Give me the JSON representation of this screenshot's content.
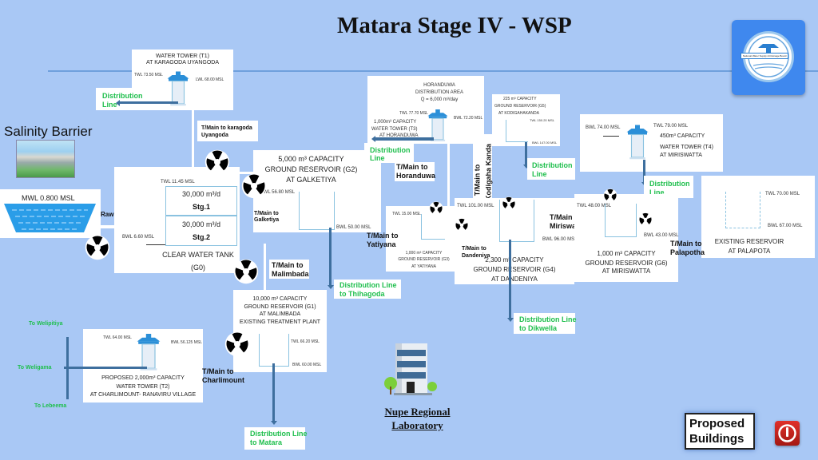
{
  "title": "Matara Stage IV - WSP",
  "logo": {
    "text": "National Water Supply & Drainage Board",
    "icon": "nwsdb-logo-icon",
    "bg": "#3f88ee"
  },
  "salinity_barrier": {
    "label": "Salinity Barrier",
    "image": "salinity-barrier-photo"
  },
  "intake": {
    "mwl": "MWL 0.800 MSL",
    "raw_water_line": "Raw Water Line"
  },
  "clear_water_tank": {
    "twl": "TWL 11.45 MSL",
    "bwl": "BWL 6.60 MSL",
    "stage1_capacity": "30,000 m³/d",
    "stage1_label": "Stg.1",
    "stage2_capacity": "30,000 m³/d",
    "stage2_label": "Stg.2",
    "name": "CLEAR WATER TANK",
    "code": "(G0)"
  },
  "tower_t1": {
    "title1": "WATER TOWER (T1)",
    "title2": "AT KARAGODA UYANGODA",
    "twl": "TWL 73.50 MSL",
    "lwl": "LWL 68.00 MSL",
    "dist": [
      "Distribution",
      "Line"
    ]
  },
  "tmain_karagoda": [
    "T/Main to karagoda",
    "Uyangoda"
  ],
  "g2": {
    "capacity": "5,000 m³ CAPACITY",
    "name": "GROUND RESERVOIR (G2)",
    "loc": "AT GALKETIYA",
    "twl": "TWL 56.80 MSL",
    "bwl": "BWL 50.00 MSL",
    "tmain": [
      "T/Main to",
      "Galketiya"
    ],
    "dist": [
      "Distribution Line",
      "to Thihagoda"
    ]
  },
  "tmain_malimbada": [
    "T/Main to",
    "Malimbada"
  ],
  "g1": {
    "capacity": "10,000 m³ CAPACITY",
    "name": "GROUND RESERVOIR (G1)",
    "loc": "AT MALIMBADA",
    "note": "EXISTING TREATMENT PLANT",
    "twl": "TWL 66.20 MSL",
    "bwl": "BWL 60.00 MSL",
    "dist": [
      "Distribution Line",
      "to Matara"
    ]
  },
  "t2": {
    "twl": "TWL 64.00 MSL",
    "bwl": "BWL 56.125 MSL",
    "line1": "PROPOSED 2,000m³ CAPACITY",
    "line2": "WATER TOWER (T2)",
    "line3": "AT CHARLIMOUNT- RANAVIRU VILLAGE",
    "tmain": [
      "T/Main to",
      "Charlimount"
    ],
    "to_welipitiya": "To Welipitiya",
    "to_weligama": "To Weligama",
    "to_lebeema": "To Lebeema"
  },
  "t3": {
    "area1": "HORANDUWA",
    "area2": "DISTRIBUTION AREA",
    "q": "Q = 6,000 m³/day",
    "twl": "TWL 77.70 MSL",
    "bwl": "BWL 72.20 MSL",
    "capacity": "1,000m³ CAPACITY",
    "name": "WATER TOWER (T3)",
    "loc": "AT HORANDUWA",
    "dist": [
      "Distribution",
      "Line"
    ],
    "tmain": [
      "T/Main to",
      "Horanduwa"
    ]
  },
  "g5": {
    "capacity": "225 m³ CAPACITY",
    "name": "GROUND RESERVOIR (G5)",
    "loc": "AT KODIGAHAKANDA",
    "twl": "TWL 150.20 MSL",
    "bwl": "BWL 147.00 MSL",
    "dist": [
      "Distribution",
      "Line"
    ],
    "tmain": [
      "T/Main to",
      "Kodigaha Kanda"
    ]
  },
  "t4": {
    "bwl": "BWL 74.00 MSL",
    "twl": "TWL 79.00 MSL",
    "capacity": "450m³ CAPACITY",
    "name": "WATER TOWER (T4)",
    "loc": "AT MIRISWATTA",
    "dist": [
      "Distribution",
      "Line"
    ]
  },
  "g3": {
    "twl": "TWL 15.00 MSL",
    "capacity": "1,000 m³ CAPACITY",
    "name": "GROUND RESERVOIR (G3)",
    "loc": "AT YATIYANA",
    "tmain": [
      "T/Main to",
      "Yatiyana"
    ]
  },
  "g4": {
    "twl": "TWL 101.00 MSL",
    "bwl": "BWL 96.00 MSL",
    "capacity": "2,300 m³ CAPACITY",
    "name": "GROUND RESERVOIR (G4)",
    "loc": "AT DANDENIYA",
    "tmain": [
      "T/Main to",
      "Dandeniya"
    ],
    "dist": [
      "Distribution Line",
      "to Dikwella"
    ]
  },
  "g6": {
    "twl": "TWL 48.00 MSL",
    "bwl": "BWL 43.00 MSL",
    "capacity": "1,000 m³ CAPACITY",
    "name": "GROUND RESERVOIR (G6)",
    "loc": "AT MIRISWATTA",
    "tmain": [
      "T/Main to",
      "Miriswatta"
    ]
  },
  "palapota": {
    "twl": "TWL 70.00 MSL",
    "bwl": "BWL 67.00 MSL",
    "name": "EXISTING RESERVOIR",
    "loc": "AT PALAPOTA",
    "tmain": [
      "T/Main to",
      "Palapotha"
    ]
  },
  "laboratory": {
    "line1": "Nupe Regional",
    "line2": "Laboratory",
    "icon": "building-icon"
  },
  "proposed_buildings": {
    "line1": "Proposed",
    "line2": "Buildings"
  },
  "power_button": {
    "icon": "power-icon",
    "color": "#c0201c"
  }
}
